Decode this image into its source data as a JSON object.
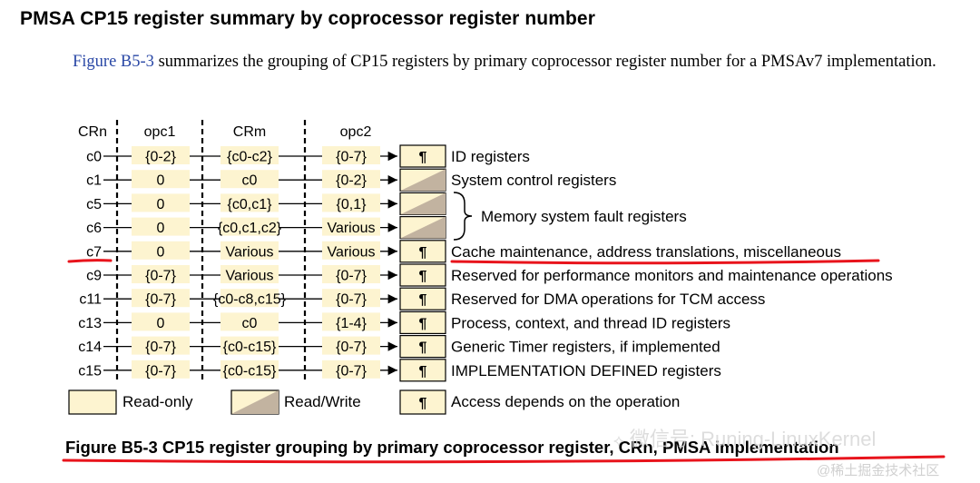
{
  "heading": "PMSA CP15 register summary by coprocessor register number",
  "intro": {
    "link_text": "Figure B5-3",
    "rest": " summarizes the grouping of CP15 registers by primary coprocessor register number for a PMSAv7 implementation."
  },
  "columns": [
    "CRn",
    "opc1",
    "CRm",
    "opc2"
  ],
  "rows": [
    {
      "crn": "c0",
      "opc1": "{0-2}",
      "crm": "{c0-c2}",
      "opc2": "{0-7}",
      "access": "pilcrow",
      "desc": "ID registers"
    },
    {
      "crn": "c1",
      "opc1": "0",
      "crm": "c0",
      "opc2": "{0-2}",
      "access": "rw",
      "desc": "System control registers"
    },
    {
      "crn": "c5",
      "opc1": "0",
      "crm": "{c0,c1}",
      "opc2": "{0,1}",
      "access": "rw",
      "desc": ""
    },
    {
      "crn": "c6",
      "opc1": "0",
      "crm": "{c0,c1,c2}",
      "opc2": "Various",
      "access": "rw",
      "desc": ""
    },
    {
      "crn": "c7",
      "opc1": "0",
      "crm": "Various",
      "opc2": "Various",
      "access": "pilcrow",
      "desc": "Cache maintenance, address translations, miscellaneous"
    },
    {
      "crn": "c9",
      "opc1": "{0-7}",
      "crm": "Various",
      "opc2": "{0-7}",
      "access": "pilcrow",
      "desc": "Reserved for performance monitors and maintenance operations"
    },
    {
      "crn": "c11",
      "opc1": "{0-7}",
      "crm": "{c0-c8,c15}",
      "opc2": "{0-7}",
      "access": "pilcrow",
      "desc": "Reserved for DMA operations for TCM access"
    },
    {
      "crn": "c13",
      "opc1": "0",
      "crm": "c0",
      "opc2": "{1-4}",
      "access": "pilcrow",
      "desc": "Process, context, and thread ID registers"
    },
    {
      "crn": "c14",
      "opc1": "{0-7}",
      "crm": "{c0-c15}",
      "opc2": "{0-7}",
      "access": "pilcrow",
      "desc": "Generic Timer registers, if implemented"
    },
    {
      "crn": "c15",
      "opc1": "{0-7}",
      "crm": "{c0-c15}",
      "opc2": "{0-7}",
      "access": "pilcrow",
      "desc": "IMPLEMENTATION DEFINED registers"
    }
  ],
  "brace_label": "Memory system fault registers",
  "pilcrow_symbol": "¶",
  "legend": {
    "read_only": "Read-only",
    "read_write": "Read/Write",
    "access_depends": "Access depends on the operation"
  },
  "caption": "Figure B5-3 CP15 register grouping by primary coprocessor register, CRn, PMSA implementation",
  "watermark": "微信号: Runing-LinuxKernel",
  "watermark_corner": "@稀土掘金技术社区",
  "colors": {
    "link": "#2a48a6",
    "cell_fill": "#fdf4d0",
    "rw_fill": "#c2b3a0",
    "underline": "#e8141c",
    "watermark": "#d8d8d8"
  }
}
